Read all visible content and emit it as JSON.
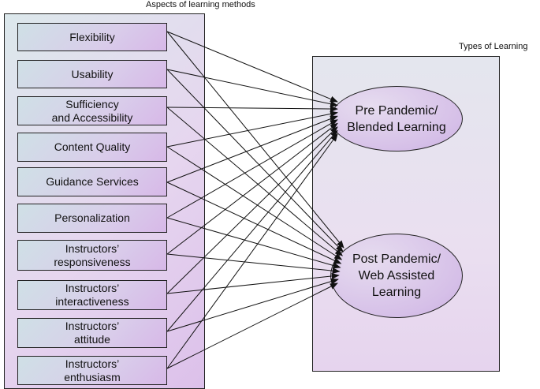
{
  "aspects_title": "Aspects of learning methods",
  "types_title": "Types of Learning",
  "aspects": [
    {
      "line1": "Flexibility",
      "line2": ""
    },
    {
      "line1": "Usability",
      "line2": ""
    },
    {
      "line1": "Sufficiency",
      "line2": "and Accessibility"
    },
    {
      "line1": "Content Quality",
      "line2": ""
    },
    {
      "line1": "Guidance Services",
      "line2": ""
    },
    {
      "line1": "Personalization",
      "line2": ""
    },
    {
      "line1": "Instructors’",
      "line2": "responsiveness"
    },
    {
      "line1": "Instructors’",
      "line2": "interactiveness"
    },
    {
      "line1": "Instructors’",
      "line2": "attitude"
    },
    {
      "line1": "Instructors’",
      "line2": "enthusiasm"
    }
  ],
  "types": [
    {
      "line1": "Pre Pandemic/",
      "line2": "Blended Learning",
      "line3": ""
    },
    {
      "line1": "Post Pandemic/",
      "line2": "Web Assisted",
      "line3": "Learning"
    }
  ]
}
